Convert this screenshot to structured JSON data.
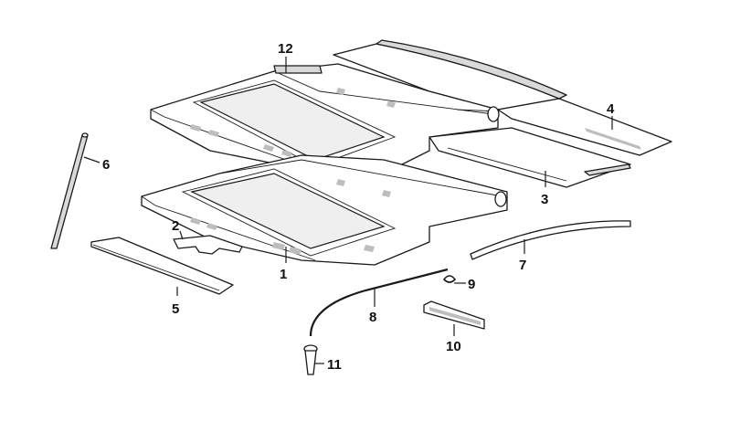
{
  "diagram": {
    "callouts": [
      {
        "id": "1",
        "label": "1"
      },
      {
        "id": "2",
        "label": "2"
      },
      {
        "id": "3",
        "label": "3"
      },
      {
        "id": "4",
        "label": "4"
      },
      {
        "id": "5",
        "label": "5"
      },
      {
        "id": "6",
        "label": "6"
      },
      {
        "id": "7",
        "label": "7"
      },
      {
        "id": "8",
        "label": "8"
      },
      {
        "id": "9",
        "label": "9"
      },
      {
        "id": "10",
        "label": "10"
      },
      {
        "id": "11",
        "label": "11"
      },
      {
        "id": "12",
        "label": "12"
      }
    ],
    "colors": {
      "line": "#1a1a1a",
      "shade": "#bdbdbd",
      "background": "#ffffff"
    }
  }
}
